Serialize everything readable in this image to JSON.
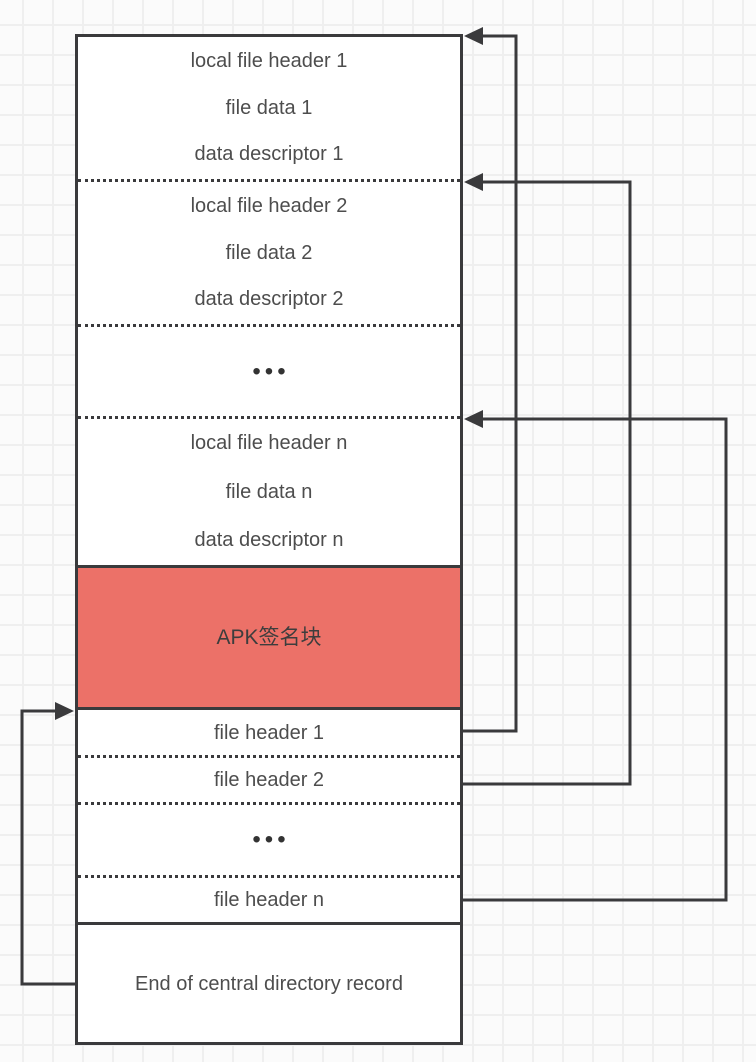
{
  "diagram": {
    "type": "apk-zip-file-structure",
    "entries": [
      {
        "header": "local file header 1",
        "data": "file data 1",
        "descriptor": "data descriptor 1"
      },
      {
        "header": "local file header 2",
        "data": "file data 2",
        "descriptor": "data descriptor 2"
      },
      {
        "header": "local file header n",
        "data": "file data n",
        "descriptor": "data descriptor n"
      }
    ],
    "ellipsis": "•••",
    "signing_block_label": "APK签名块",
    "central_directory": [
      {
        "label": "file header 1"
      },
      {
        "label": "file header 2"
      },
      {
        "label": "file header n"
      }
    ],
    "eocd_label": "End of central directory record"
  },
  "colors": {
    "signing_block": "#ec7168",
    "stroke": "#3a3a3c",
    "text": "#4d4d4d",
    "grid_line": "#efefef",
    "background": "#fbfbfb"
  }
}
